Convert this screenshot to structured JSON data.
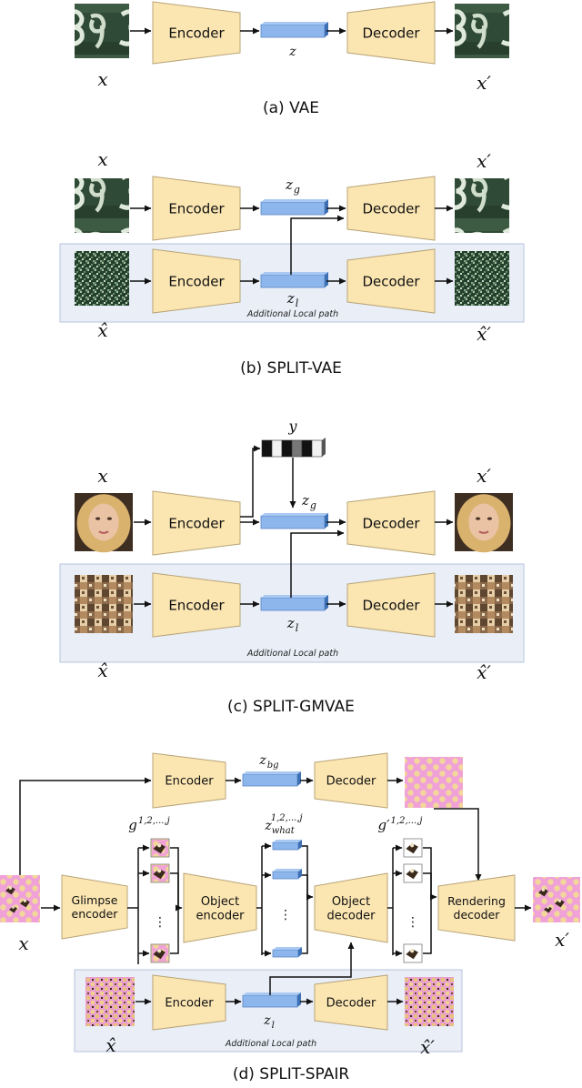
{
  "colors": {
    "block_fill": "#fbe6b2",
    "block_stroke": "#b8a477",
    "latent_fill": "#8db6ec",
    "latent_side": "#3d6fb3",
    "local_panel": "#e9eef7",
    "local_panel_stroke": "#b7c4dc",
    "arrow": "#111111"
  },
  "labels": {
    "encoder": "Encoder",
    "decoder": "Decoder",
    "glimpse_encoder_1": "Glimpse",
    "glimpse_encoder_2": "encoder",
    "object_encoder_1": "Object",
    "object_encoder_2": "encoder",
    "object_decoder_1": "Object",
    "object_decoder_2": "decoder",
    "rendering_decoder_1": "Rendering",
    "rendering_decoder_2": "decoder",
    "additional_local_path": "Additional Local path",
    "x": "x",
    "x_prime": "x′",
    "x_hat": "x̂",
    "x_hat_prime": "x̂′",
    "z": "z",
    "z_g": "z",
    "z_g_sub": "g",
    "z_l": "z",
    "z_l_sub": "l",
    "y": "y",
    "z_bg": "z",
    "z_bg_sub": "bg",
    "g_glimpse": "g",
    "g_glimpse_sup": "1,2,...,j",
    "z_what": "z",
    "z_what_sub": "what",
    "z_what_sup": "1,2,...,j",
    "g_prime": "g′",
    "g_prime_sup": "1,2,...,j"
  },
  "captions": {
    "a": "(a) VAE",
    "b": "(b) SPLIT-VAE",
    "c": "(c) SPLIT-GMVAE",
    "d": "(d) SPLIT-SPAIR"
  }
}
